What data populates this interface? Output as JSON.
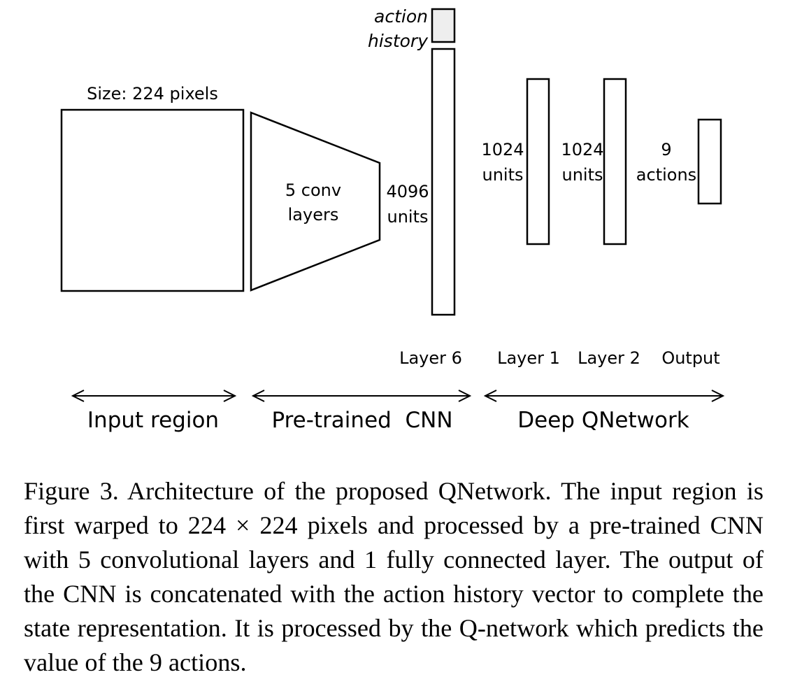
{
  "diagram": {
    "input_size_label": "Size: 224 pixels",
    "action_history_line1": "action",
    "action_history_line2": "history",
    "conv_line1": "5 conv",
    "conv_line2": "layers",
    "fc6_units_line1": "4096",
    "fc6_units_line2": "units",
    "dqn1_units_line1": "1024",
    "dqn1_units_line2": "units",
    "dqn2_units_line1": "1024",
    "dqn2_units_line2": "units",
    "output_units_line1": "9",
    "output_units_line2": "actions",
    "layer6_label": "Layer 6",
    "layer1_label": "Layer 1",
    "layer2_label": "Layer 2",
    "output_label": "Output",
    "section_input": "Input region",
    "section_cnn": "Pre-trained  CNN",
    "section_dqn": "Deep QNetwork",
    "action_history_fill": "#eeeeee"
  },
  "caption": {
    "text": "Figure 3. Architecture of the proposed QNetwork. The input region is first warped to 224 × 224 pixels and processed by a pre-trained CNN with 5 convolutional layers and 1 fully connected layer. The output of the CNN is concatenated with the action history vector to complete the state representation. It is processed by the Q-network which predicts the value of the 9 actions."
  }
}
